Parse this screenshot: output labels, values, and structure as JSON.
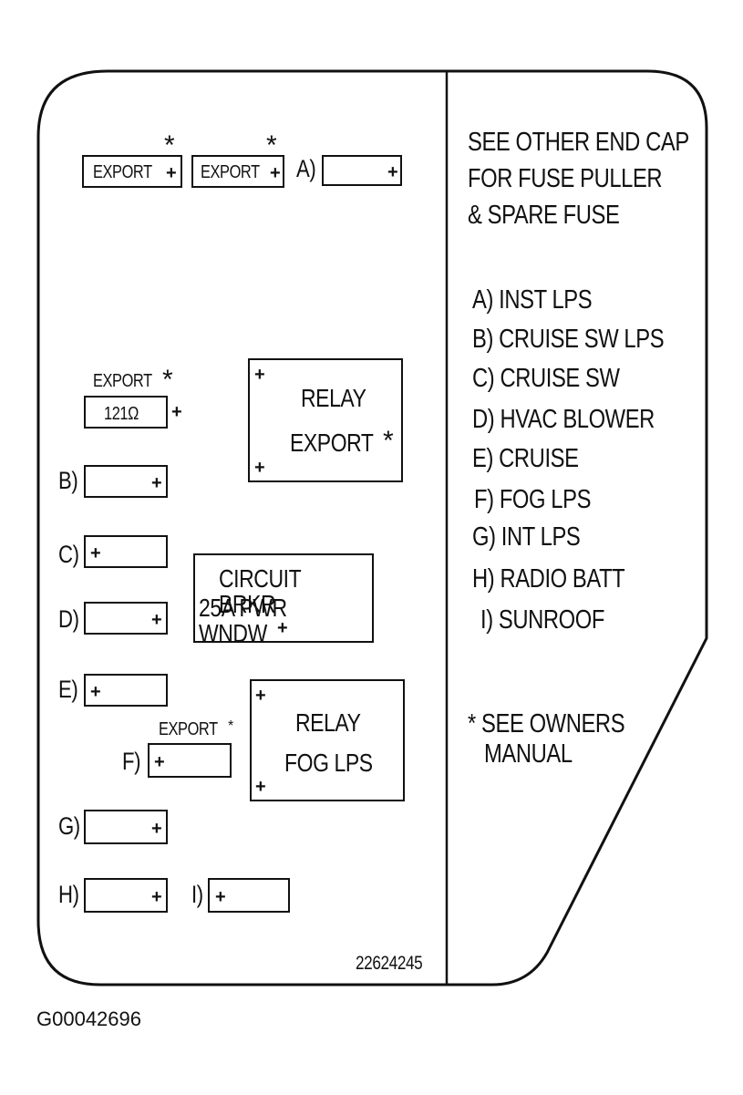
{
  "notes": {
    "line1": "SEE OTHER END CAP",
    "line2": "FOR FUSE PULLER",
    "line3": "& SPARE FUSE"
  },
  "legend": [
    "A) INST LPS",
    "B) CRUISE SW LPS",
    "C) CRUISE SW",
    "D) HVAC BLOWER",
    "E) CRUISE",
    "F) FOG LPS",
    "G) INT LPS",
    "H) RADIO BATT",
    "I) SUNROOF"
  ],
  "footnote": {
    "line1": "* SEE OWNERS",
    "line2": "MANUAL"
  },
  "symbols": {
    "plus": "+",
    "star": "*"
  },
  "slots": {
    "a": "A)",
    "b": "B)",
    "c": "C)",
    "d": "D)",
    "e": "E)",
    "f": "F)",
    "g": "G)",
    "h": "H)",
    "i": "I)"
  },
  "export_label": "EXPORT",
  "resistor_value": "121Ω",
  "relay1": {
    "line1": "RELAY",
    "line2": "EXPORT"
  },
  "relay2": {
    "line1": "RELAY",
    "line2": "FOG LPS"
  },
  "circuit_breaker": {
    "line1": "CIRCUIT BRKR",
    "line2": "25A PWR WNDW"
  },
  "part_number": "22624245",
  "figure_id": "G00042696"
}
